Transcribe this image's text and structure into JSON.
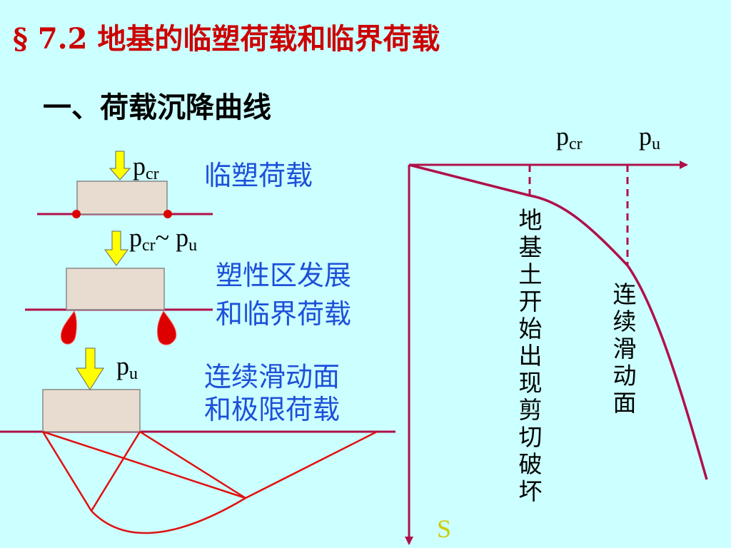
{
  "title": "§ 7.2 地基的临塑荷载和临界荷载",
  "subtitle": "一、荷载沉降曲线",
  "stages": [
    {
      "load_base": "p",
      "load_sub": "cr",
      "load_suffix": "",
      "load_base2": "",
      "load_sub2": "",
      "desc_line1": "临塑荷载",
      "desc_line2": ""
    },
    {
      "load_base": "p",
      "load_sub": "cr",
      "load_suffix": "~ ",
      "load_base2": "p",
      "load_sub2": "u",
      "desc_line1": "塑性区发展",
      "desc_line2": "和临界荷载"
    },
    {
      "load_base": "p",
      "load_sub": "u",
      "load_suffix": "",
      "load_base2": "",
      "load_sub2": "",
      "desc_line1": "连续滑动面",
      "desc_line2": "和极限荷载"
    }
  ],
  "curve": {
    "axis_pcr_base": "p",
    "axis_pcr_sub": "cr",
    "axis_pu_base": "p",
    "axis_pu_sub": "u",
    "s_axis_label": "S",
    "annotation_shear_start": "地基土开始出现剪切破坏",
    "annotation_sliding": "连续滑动面"
  },
  "colors": {
    "background": "#ccffff",
    "title": "#cc0000",
    "description": "#1d50d8",
    "curve": "#b0104a",
    "ground_line": "#b0104a",
    "plastic_zone": "#dd0000",
    "arrow_fill": "#ffff00",
    "footing_fill": "#e8dcd0",
    "s_label": "#cccc00"
  }
}
